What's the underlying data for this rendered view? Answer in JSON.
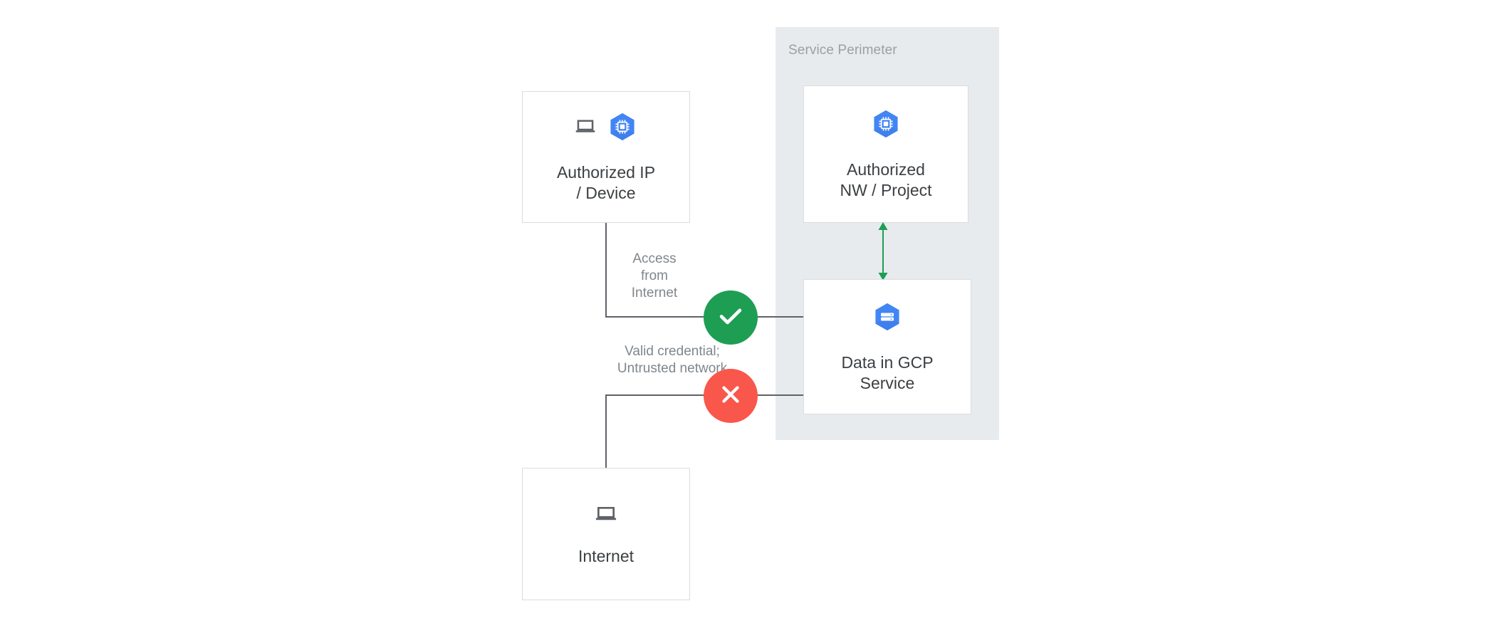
{
  "diagram": {
    "perimeter": {
      "label": "Service Perimeter",
      "bg_color": "#E8EBED",
      "label_color": "#9AA0A6"
    },
    "nodes": [
      {
        "id": "authorized-ip-device",
        "label": "Authorized IP\n/ Device",
        "icons": [
          "laptop-icon",
          "compute-engine-icon"
        ]
      },
      {
        "id": "authorized-nw-project",
        "label": "Authorized\nNW / Project",
        "icons": [
          "compute-engine-icon"
        ]
      },
      {
        "id": "data-in-gcp-service",
        "label": "Data in GCP\nService",
        "icons": [
          "database-icon"
        ]
      },
      {
        "id": "internet",
        "label": "Internet",
        "icons": [
          "laptop-icon"
        ]
      }
    ],
    "edges": [
      {
        "id": "allowed-access",
        "caption": "Access\nfrom\nInternet",
        "status": "allowed",
        "badge_icon": "check-icon",
        "badge_color": "#1E9E53"
      },
      {
        "id": "denied-access",
        "caption": "Valid credential;\nUntrusted network",
        "status": "denied",
        "badge_icon": "close-icon",
        "badge_color": "#F9574B"
      }
    ],
    "internal_link": {
      "id": "perimeter-internal-link",
      "color": "#1E9E53",
      "direction": "bidirectional"
    },
    "colors": {
      "box_border": "#DADCE0",
      "connector": "#5F6368",
      "node_text": "#3C4043",
      "caption_text": "#80868B",
      "gcp_blue": "#4285F4",
      "gcp_blue_shade": "#3B78E7",
      "icon_gray": "#5F6368"
    }
  }
}
